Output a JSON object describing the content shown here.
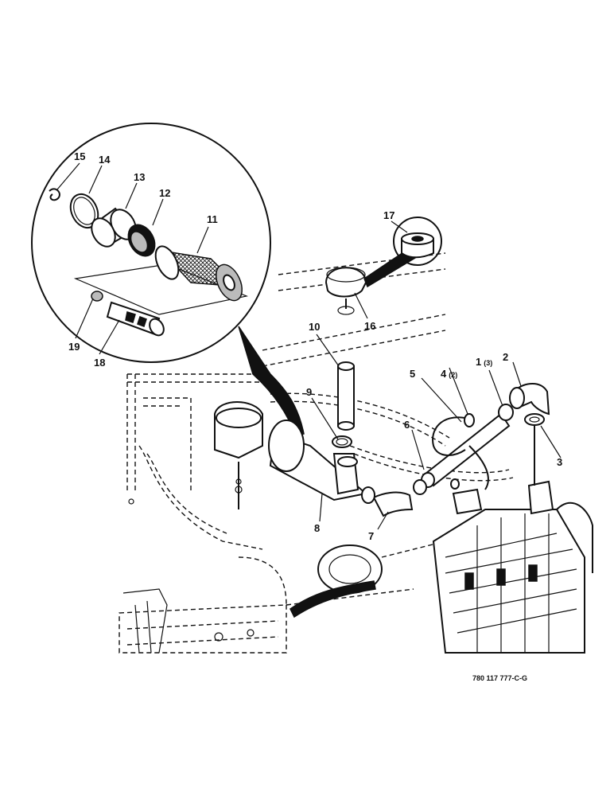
{
  "drawing": {
    "part_number": "780 117 777-C-G",
    "callouts": [
      {
        "num": "1",
        "qty": "(3)"
      },
      {
        "num": "2",
        "qty": ""
      },
      {
        "num": "3",
        "qty": ""
      },
      {
        "num": "4",
        "qty": "(2)"
      },
      {
        "num": "5",
        "qty": ""
      },
      {
        "num": "6",
        "qty": ""
      },
      {
        "num": "7",
        "qty": ""
      },
      {
        "num": "8",
        "qty": ""
      },
      {
        "num": "9",
        "qty": ""
      },
      {
        "num": "10",
        "qty": ""
      },
      {
        "num": "11",
        "qty": ""
      },
      {
        "num": "12",
        "qty": ""
      },
      {
        "num": "13",
        "qty": ""
      },
      {
        "num": "14",
        "qty": ""
      },
      {
        "num": "15",
        "qty": ""
      },
      {
        "num": "16",
        "qty": ""
      },
      {
        "num": "17",
        "qty": ""
      },
      {
        "num": "18",
        "qty": ""
      },
      {
        "num": "19",
        "qty": ""
      }
    ]
  }
}
